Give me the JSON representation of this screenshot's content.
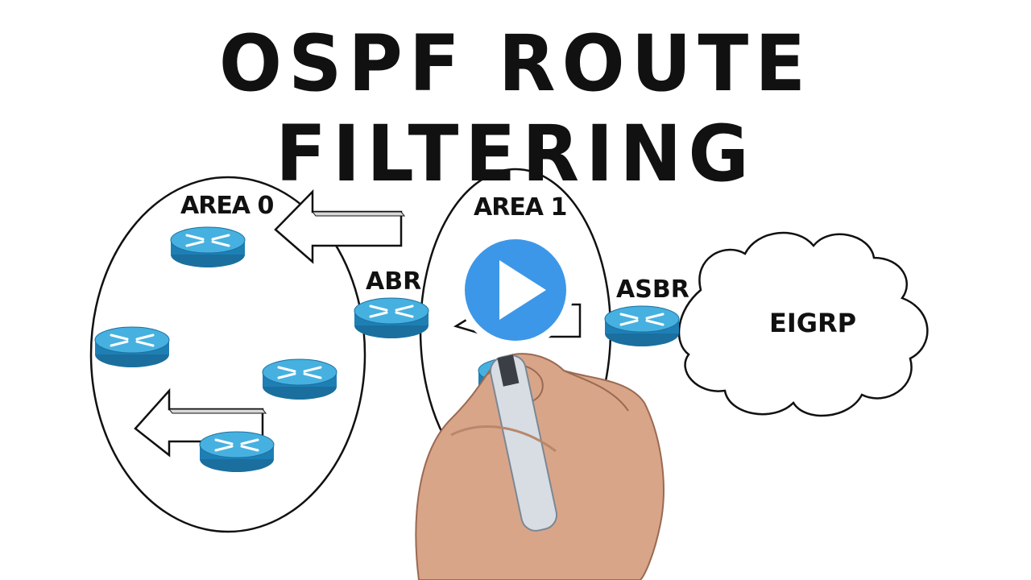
{
  "title": "OSPF ROUTE FILTERING",
  "labels": {
    "area0": "AREA 0",
    "area1": "AREA 1",
    "abr": "ABR",
    "asbr": "ASBR",
    "eigrp": "EIGRP"
  },
  "colors": {
    "router_top": "#3aa3d6",
    "router_side": "#1e7fb5",
    "play_fill": "#3d97e8",
    "play_ring": "#ffffff",
    "ink": "#111111"
  },
  "icons": {
    "router": "router-icon",
    "arrow": "arrow-left-icon",
    "cloud": "cloud-icon",
    "play": "play-icon",
    "hand": "hand-with-marker"
  }
}
